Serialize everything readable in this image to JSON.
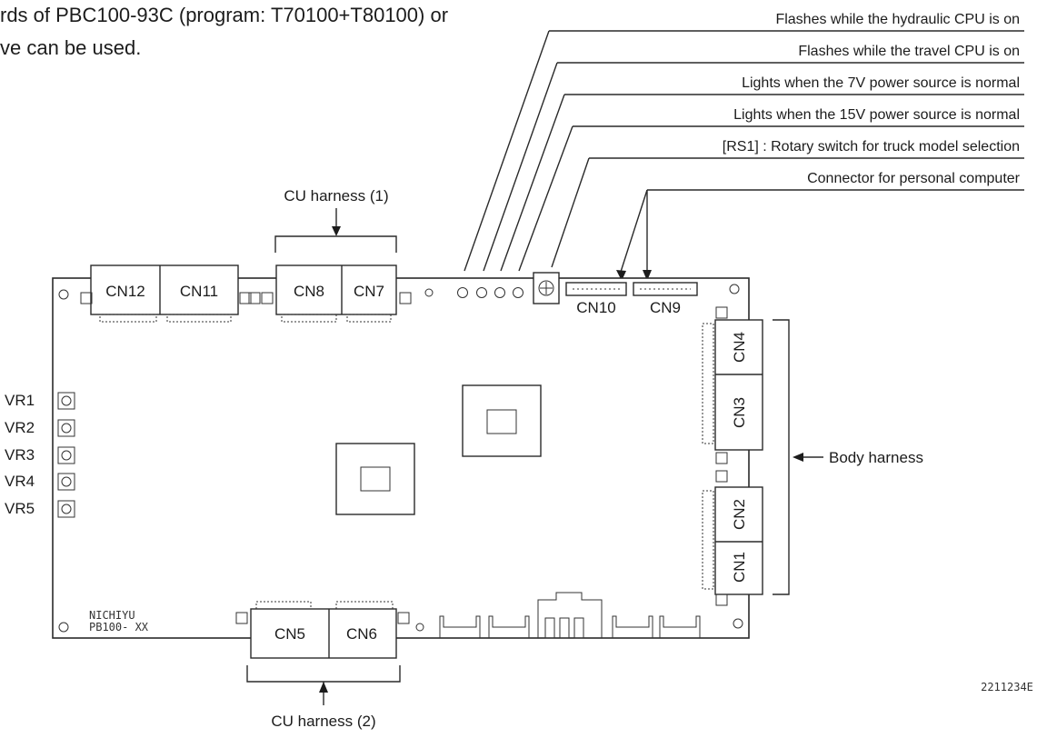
{
  "intro": {
    "line1": "rds of PBC100-93C (program: T70100+T80100) or",
    "line2": "ve can be used."
  },
  "annotations": [
    "Flashes while the hydraulic CPU is on",
    "Flashes while the travel CPU is on",
    "Lights when the 7V power source is normal",
    "Lights when the 15V power source is normal",
    "[RS1] : Rotary switch  for truck model selection",
    "Connector for personal computer"
  ],
  "harness_labels": {
    "cu1": "CU harness (1)",
    "cu2": "CU harness (2)",
    "body": "Body harness"
  },
  "connectors": {
    "cn12": "CN12",
    "cn11": "CN11",
    "cn8": "CN8",
    "cn7": "CN7",
    "cn10": "CN10",
    "cn9": "CN9",
    "cn4": "CN4",
    "cn3": "CN3",
    "cn2": "CN2",
    "cn1": "CN1",
    "cn5": "CN5",
    "cn6": "CN6"
  },
  "variable_resistors": [
    "VR1",
    "VR2",
    "VR3",
    "VR4",
    "VR5"
  ],
  "board": {
    "maker": "NICHIYU",
    "part": "PB100- XX"
  },
  "figure_code": "2211234E",
  "colors": {
    "ink": "#1c1c1c",
    "background": "#ffffff"
  }
}
